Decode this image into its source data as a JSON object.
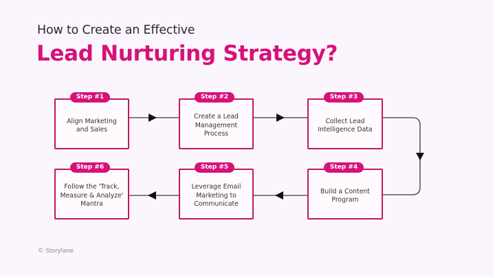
{
  "header": {
    "subtitle": "How to Create an Effective",
    "title": "Lead Nurturing Strategy?"
  },
  "steps": [
    {
      "badge": "Step #1",
      "label": "Align Marketing and Sales"
    },
    {
      "badge": "Step #2",
      "label": "Create a Lead Management Process"
    },
    {
      "badge": "Step #3",
      "label": "Collect Lead Intelligence Data"
    },
    {
      "badge": "Step #4",
      "label": "Build a Content Program"
    },
    {
      "badge": "Step #5",
      "label": "Leverage Email Marketing to Communicate"
    },
    {
      "badge": "Step #6",
      "label": "Follow the 'Track, Measure & Analyze' Mantra"
    }
  ],
  "footer": {
    "copyright": "© Storylane"
  },
  "colors": {
    "accent": "#d6127a",
    "box_border": "#c2185b",
    "background": "#fbf6fd",
    "connector": "#555555"
  }
}
